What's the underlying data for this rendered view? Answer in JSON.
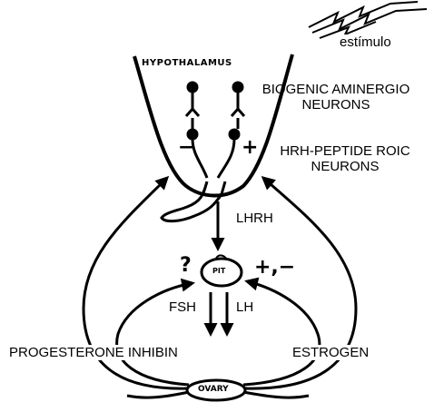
{
  "stimulus": "estímulo",
  "hypothalamus": "HYPOTHALAMUS",
  "biogenic_line1": "BIOGENIC AMINERGIO",
  "biogenic_line2": "NEURONS",
  "hrh_line1": "HRH-PEPTIDE ROIC",
  "hrh_line2": "NEURONS",
  "lhrh": "LHRH",
  "pit": "PIT",
  "fsh": "FSH",
  "lh": "LH",
  "progesterone_inhibin": "PROGESTERONE INHIBIN",
  "estrogen": "ESTROGEN",
  "ovary": "OVARY",
  "sign_minus": "−",
  "sign_plus": "+",
  "sign_question": "?",
  "sign_plus_minus": "+,−",
  "colors": {
    "ink": "#000000",
    "background": "#ffffff"
  }
}
